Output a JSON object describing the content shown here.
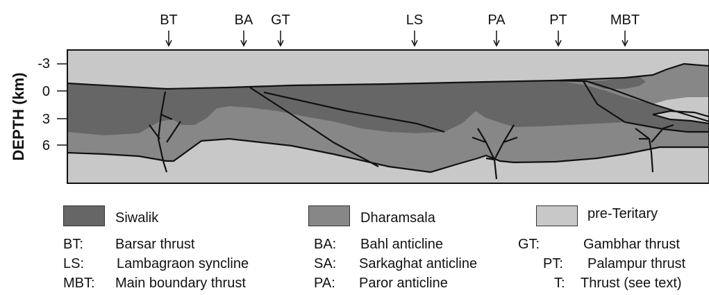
{
  "top_labels": [
    "BT",
    "BA",
    "GT",
    "LS",
    "PA",
    "PT",
    "MBT"
  ],
  "y_axis": {
    "title": "DEPTH (km)",
    "ticks": [
      "-3",
      "0",
      "3",
      "6"
    ]
  },
  "colors": {
    "siwalik": "#666666",
    "dharamsala": "#878787",
    "pre_tertiary": "#c8c8c8"
  },
  "legend": [
    {
      "label": "Siwalik",
      "color": "#666666"
    },
    {
      "label": "Dharamsala",
      "color": "#878787"
    },
    {
      "label": "pre-Teritary",
      "color": "#c8c8c8"
    }
  ],
  "abbreviations": [
    {
      "code": "BT:",
      "text": "Barsar thrust"
    },
    {
      "code": "LS:",
      "text": "Lambagraon syncline"
    },
    {
      "code": "MBT:",
      "text": "Main boundary thrust"
    },
    {
      "code": "BA:",
      "text": "Bahl anticline"
    },
    {
      "code": "SA:",
      "text": "Sarkaghat anticline"
    },
    {
      "code": "PA:",
      "text": "Paror anticline"
    },
    {
      "code": "GT:",
      "text": "Gambhar thrust"
    },
    {
      "code": "PT:",
      "text": "Palampur thrust"
    },
    {
      "code": "T:",
      "text": "Thrust (see text)"
    }
  ]
}
